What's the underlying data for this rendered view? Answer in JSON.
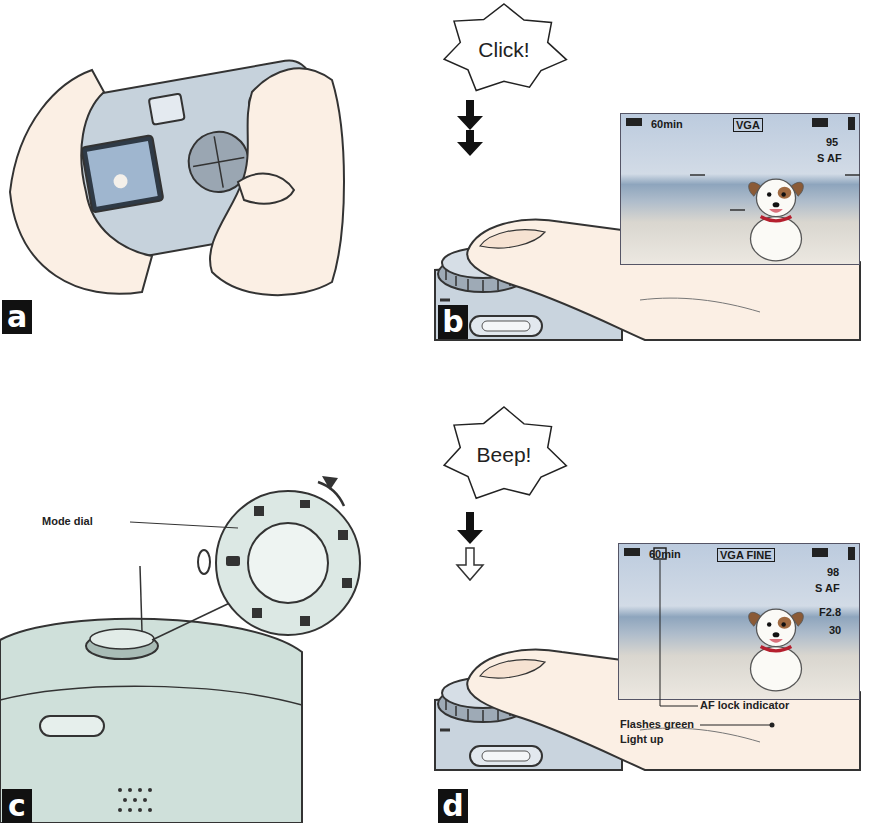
{
  "diagram": {
    "nodes": [
      {
        "text": [
          "Click!"
        ]
      },
      {
        "text": [
          "60min",
          "VGA",
          "95",
          "S AF"
        ]
      },
      {
        "text": [
          "a"
        ]
      },
      {
        "text": [
          "b"
        ]
      },
      {
        "text": [
          "Beep!"
        ]
      },
      {
        "text": [
          "60min",
          "VGA FINE",
          "98",
          "S AF",
          "F2.8",
          "30"
        ]
      },
      {
        "text": [
          "c"
        ]
      },
      {
        "text": [
          "d"
        ]
      }
    ],
    "labels": [
      "Mode dial",
      "AF lock indicator",
      "Flashes green",
      "Light up"
    ]
  }
}
